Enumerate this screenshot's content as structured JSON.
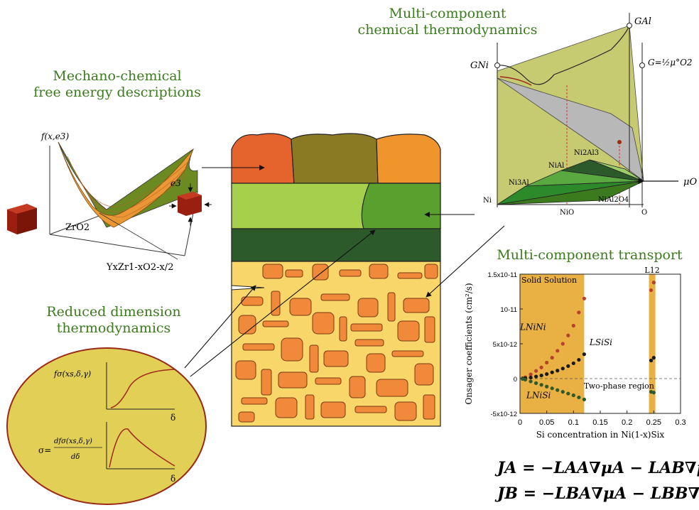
{
  "labels": {
    "multi_component_thermo": [
      "Multi-component",
      "chemical thermodynamics"
    ],
    "mechano_chemical": [
      "Mechano-chemical",
      "free energy descriptions"
    ],
    "reduced_dimension": [
      "Reduced dimension",
      "thermodynamics"
    ],
    "multi_component_transport": "Multi-component transport"
  },
  "free_energy_plot": {
    "z_label": "f(x,e3)",
    "e_label": "e3",
    "x_label": "ZrO2",
    "y_label": "YxZr1-xO2-x/2"
  },
  "phase_diagram": {
    "g_al": "GAl",
    "g_ni": "GNi",
    "g_o": "G=½μ°O2",
    "mu_o": "μO",
    "phases": [
      "Ni3Al",
      "NiAl",
      "Ni2Al3",
      "NiAl2O4"
    ],
    "axis_ticks": [
      "Ni",
      "NiO",
      "O"
    ]
  },
  "reduced_plots": {
    "top_label": "fσ(xs,δ,γ)",
    "top_x": "δ",
    "bottom_label_left": "σ=",
    "bottom_num": "dfσ(xs,δ,γ)",
    "bottom_den": "dδ",
    "bottom_x": "δ"
  },
  "colors": {
    "green_label": "#3c7a1e",
    "grain_orange": "#e5632c",
    "grain_olive": "#8a7a24",
    "grain_light_orange": "#f0952c",
    "layer_light_green": "#a6cf4c",
    "layer_green": "#5aa02e",
    "layer_dark_green": "#2d5a2a",
    "substrate": "#f9d66a",
    "precipitate": "#f08a3a",
    "ellipse_fill": "#e2cf55",
    "solid_solution_band": "#e9b044"
  },
  "chart_data": {
    "type": "scatter",
    "xlabel": "Si concentration in Ni(1-x)Six",
    "ylabel": "Onsager coefficients (cm²/s)",
    "xlim": [
      0,
      0.3
    ],
    "ylim": [
      -5e-12,
      1.5e-11
    ],
    "x_ticks": [
      "0",
      "0.05",
      "0.1",
      "0.15",
      "0.2",
      "0.25",
      "0.3"
    ],
    "y_ticks": [
      "1.5x10-11",
      "10-11",
      "5x10-12",
      "0",
      "-5x10-12"
    ],
    "region_labels": [
      "Solid Solution",
      "L12",
      "Two-phase region"
    ],
    "series": [
      {
        "name": "LNiNi",
        "color": "#b5422a",
        "x": [
          0.005,
          0.01,
          0.02,
          0.03,
          0.04,
          0.05,
          0.06,
          0.07,
          0.08,
          0.09,
          0.1,
          0.11,
          0.12,
          0.245,
          0.25
        ],
        "y": [
          5e-14,
          2e-13,
          6e-13,
          1.1e-12,
          1.6e-12,
          2.3e-12,
          3e-12,
          4e-12,
          5e-12,
          6.2e-12,
          7.6e-12,
          9.5e-12,
          1.15e-11,
          1.27e-11,
          1.38e-11
        ]
      },
      {
        "name": "LSiSi",
        "color": "#1a1a1a",
        "x": [
          0.005,
          0.01,
          0.02,
          0.03,
          0.04,
          0.05,
          0.06,
          0.07,
          0.08,
          0.09,
          0.1,
          0.11,
          0.12,
          0.245,
          0.25
        ],
        "y": [
          0.0,
          5e-14,
          1.5e-13,
          3e-13,
          4.5e-13,
          6.5e-13,
          9e-13,
          1.15e-12,
          1.45e-12,
          1.8e-12,
          2.2e-12,
          2.7e-12,
          3.5e-12,
          2.6e-12,
          3e-12
        ]
      },
      {
        "name": "LNiSi",
        "color": "#2f5a2a",
        "x": [
          0.005,
          0.01,
          0.02,
          0.03,
          0.04,
          0.05,
          0.06,
          0.07,
          0.08,
          0.09,
          0.1,
          0.11,
          0.12,
          0.245,
          0.25
        ],
        "y": [
          -5e-14,
          -1.5e-13,
          -4e-13,
          -6.5e-13,
          -9e-13,
          -1.15e-12,
          -1.4e-12,
          -1.65e-12,
          -1.9e-12,
          -2.15e-12,
          -2.4e-12,
          -2.7e-12,
          -3e-12,
          -1.9e-12,
          -2e-12
        ]
      }
    ]
  },
  "equations": {
    "ja": "JA = −LAA∇μA − LAB∇μB",
    "jb": "JB = −LBA∇μA − LBB∇μB"
  }
}
